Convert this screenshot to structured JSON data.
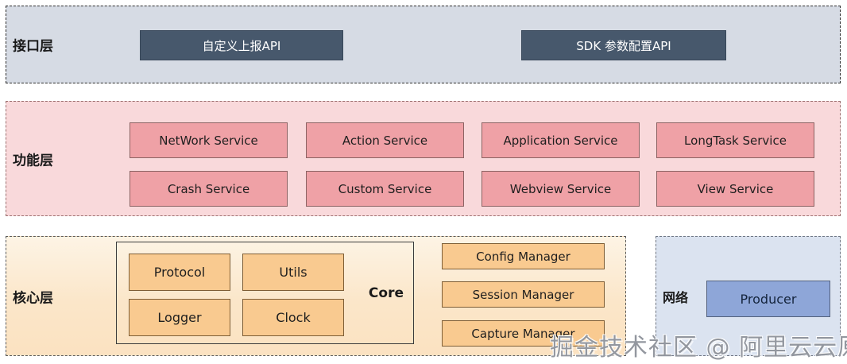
{
  "layers": {
    "interface": {
      "label": "接口层",
      "buttons": [
        "自定义上报API",
        "SDK 参数配置API"
      ]
    },
    "function": {
      "label": "功能层",
      "services": [
        "NetWork Service",
        "Action Service",
        "Application Service",
        "LongTask Service",
        "Crash Service",
        "Custom Service",
        "Webview Service",
        "View Service"
      ]
    },
    "core": {
      "label": "核心层",
      "core_group": {
        "label": "Core",
        "modules": [
          "Protocol",
          "Utils",
          "Logger",
          "Clock"
        ]
      },
      "managers": [
        "Config Manager",
        "Session Manager",
        "Capture Manager"
      ]
    },
    "network": {
      "label": "网络",
      "node": "Producer"
    }
  },
  "watermark": "掘金技术社区 @ 阿里云云原生",
  "colors": {
    "interface_bg": "#d6dbe4",
    "api_button_bg": "#47586c",
    "function_bg": "#f9d9db",
    "service_box_bg": "#efa1a6",
    "core_bg_top": "#fdf4e5",
    "core_bg_bottom": "#fbe2c1",
    "core_box_bg": "#f9ca90",
    "network_bg": "#dbe3f0",
    "producer_bg": "#8ea6d8"
  }
}
